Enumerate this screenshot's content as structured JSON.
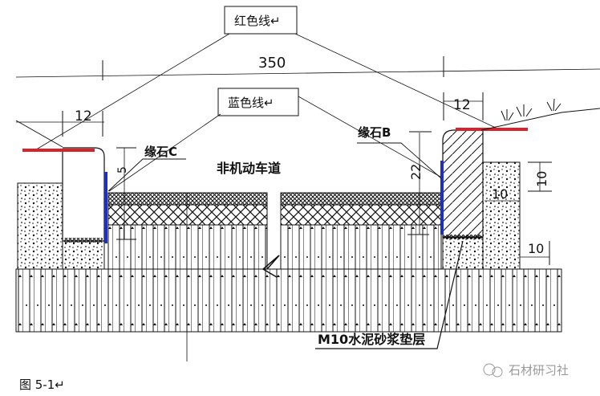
{
  "callouts": {
    "red_line": "红色线↵",
    "blue_line": "蓝色线↵"
  },
  "dimensions": {
    "total_width": "350",
    "left_curb_width": "12",
    "right_curb_width": "12",
    "curb_c_exposure": "5",
    "curb_b_exposure": "22",
    "backing_width": "10",
    "backing_height": "10",
    "foundation_offset": "10"
  },
  "labels": {
    "curb_c": "缘石C",
    "curb_b": "缘石B",
    "lane": "非机动车道",
    "mortar_bed": "M10水泥砂浆垫层"
  },
  "caption": "图 5-1↵",
  "watermark": "石材研习社",
  "colors": {
    "red_line": "#d9232a",
    "blue_line": "#1f2fbf"
  }
}
